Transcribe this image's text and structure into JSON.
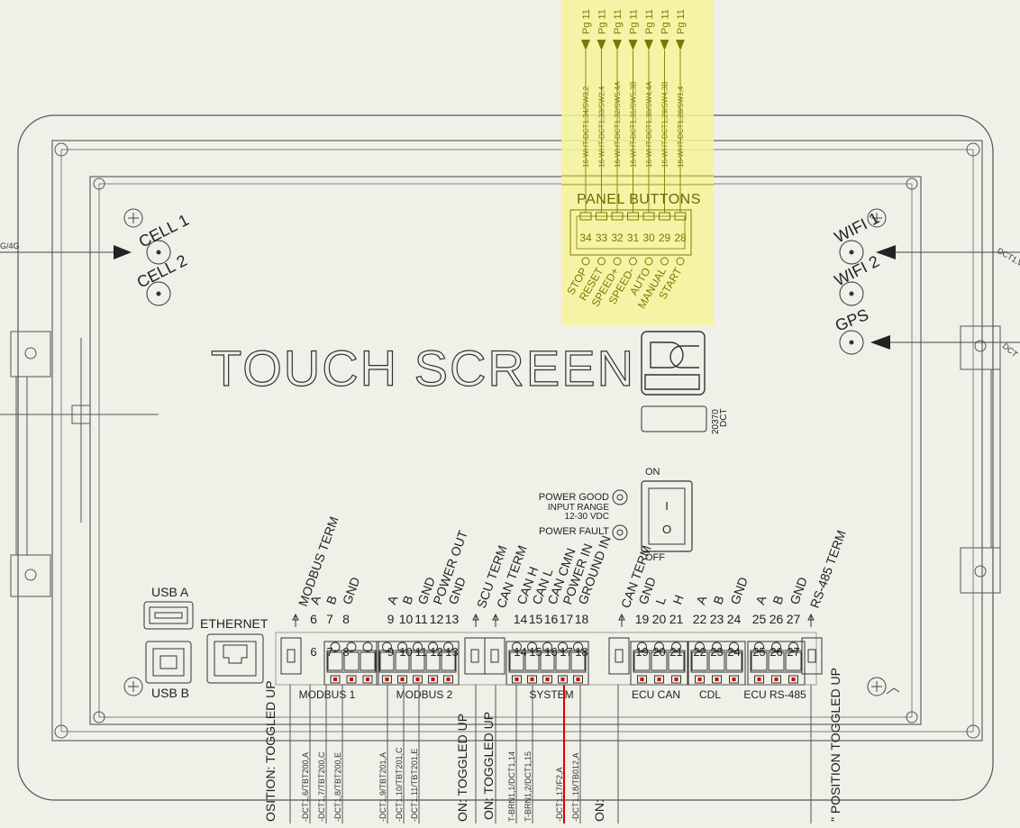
{
  "panel_buttons": {
    "header": "PANEL BUTTONS",
    "page_refs": [
      "Pg 11",
      "Pg 11",
      "Pg 11",
      "Pg 11",
      "Pg 11",
      "Pg 11",
      "Pg 11"
    ],
    "wire_labels": [
      "16-WHT-DCT1,34/SW3,2",
      "16-WHT-DCT1,33/SW2,4",
      "16-WHT-DCT1,32/SW5,4A",
      "16-WHT-DCT1,31/SW5,3B",
      "16-WHT-DCT1,30/SW4,4A",
      "16-WHT-DCT1,29/SW4,3B",
      "16-WHT-DCT1,28/SW1,4"
    ],
    "pins": [
      "34",
      "33",
      "32",
      "31",
      "30",
      "29",
      "28"
    ],
    "buttons": [
      "STOP",
      "RESET",
      "SPEED+",
      "SPEED-",
      "AUTO",
      "MANUAL",
      "START"
    ]
  },
  "antennas": {
    "cell1": "CELL 1",
    "cell2": "CELL 2",
    "wifi1": "WIFI 1",
    "wifi2": "WIFI 2",
    "gps": "GPS",
    "left_wire_text": "G/4G",
    "right_wire_text_1": "DCT1,W",
    "right_wire_text_2": "DCT"
  },
  "title": {
    "main": "TOUCH SCREEN",
    "part_number_1": "20370",
    "part_number_2": "DCT"
  },
  "power": {
    "good": "POWER GOOD",
    "input_range_1": "INPUT RANGE",
    "input_range_2": "12-30 VDC",
    "fault": "POWER FAULT",
    "switch_on": "ON",
    "switch_off": "OFF",
    "switch_i": "I",
    "switch_o": "O"
  },
  "ports": {
    "usb_a": "USB A",
    "usb_b": "USB B",
    "ethernet": "ETHERNET"
  },
  "groups": {
    "modbus1": {
      "label": "MODBUS 1",
      "term": "MODBUS TERM",
      "signals": [
        "A",
        "B",
        "GND"
      ],
      "pins": [
        "6",
        "7",
        "8"
      ],
      "wires": [
        "-DCT1,6/TBT200,A",
        "-DCT1,7/TBT200,C",
        "-DCT1,8/TBT200,E"
      ]
    },
    "modbus2": {
      "label": "MODBUS 2",
      "signals": [
        "A",
        "B",
        "GND",
        "POWER OUT",
        "GND"
      ],
      "pins": [
        "9",
        "10",
        "11",
        "12",
        "13"
      ],
      "wires": [
        "-DCT1,9/TBT201,A",
        "-DCT1,10/TBT201,C",
        "-DCT1,11/TBT201,E"
      ]
    },
    "term_switches": {
      "scu": "SCU TERM",
      "can": "CAN TERM"
    },
    "system": {
      "label": "SYSTEM",
      "signals": [
        "CAN H",
        "CAN L",
        "CAN CMN",
        "POWER IN",
        "GROUND IN"
      ],
      "pins": [
        "14",
        "15",
        "16",
        "17",
        "18"
      ],
      "wires": [
        "T-BRN1,1/DCT1,14",
        "T-BRN1,2/DCT1,15",
        "-DCT1,17/F2,A",
        "-DCT1,18/TB012,A"
      ]
    },
    "ecu_can": {
      "label": "ECU CAN",
      "term": "CAN TERM",
      "signals": [
        "GND",
        "L",
        "H"
      ],
      "pins": [
        "19",
        "20",
        "21"
      ]
    },
    "cdl": {
      "label": "CDL",
      "signals": [
        "A",
        "B",
        "GND"
      ],
      "pins": [
        "22",
        "23",
        "24"
      ]
    },
    "ecu_rs485": {
      "label": "ECU RS-485",
      "term": "RS-485 TERM",
      "signals": [
        "A",
        "B",
        "GND"
      ],
      "pins": [
        "25",
        "26",
        "27"
      ]
    }
  },
  "vertical_notes": {
    "n1": "OSITION: TOGGLED UP",
    "n2": "ON: TOGGLED UP",
    "n3": "ON: TOGGLED UP",
    "n4": "ON:",
    "n5": "\" POSITION TOGGLED UP"
  }
}
